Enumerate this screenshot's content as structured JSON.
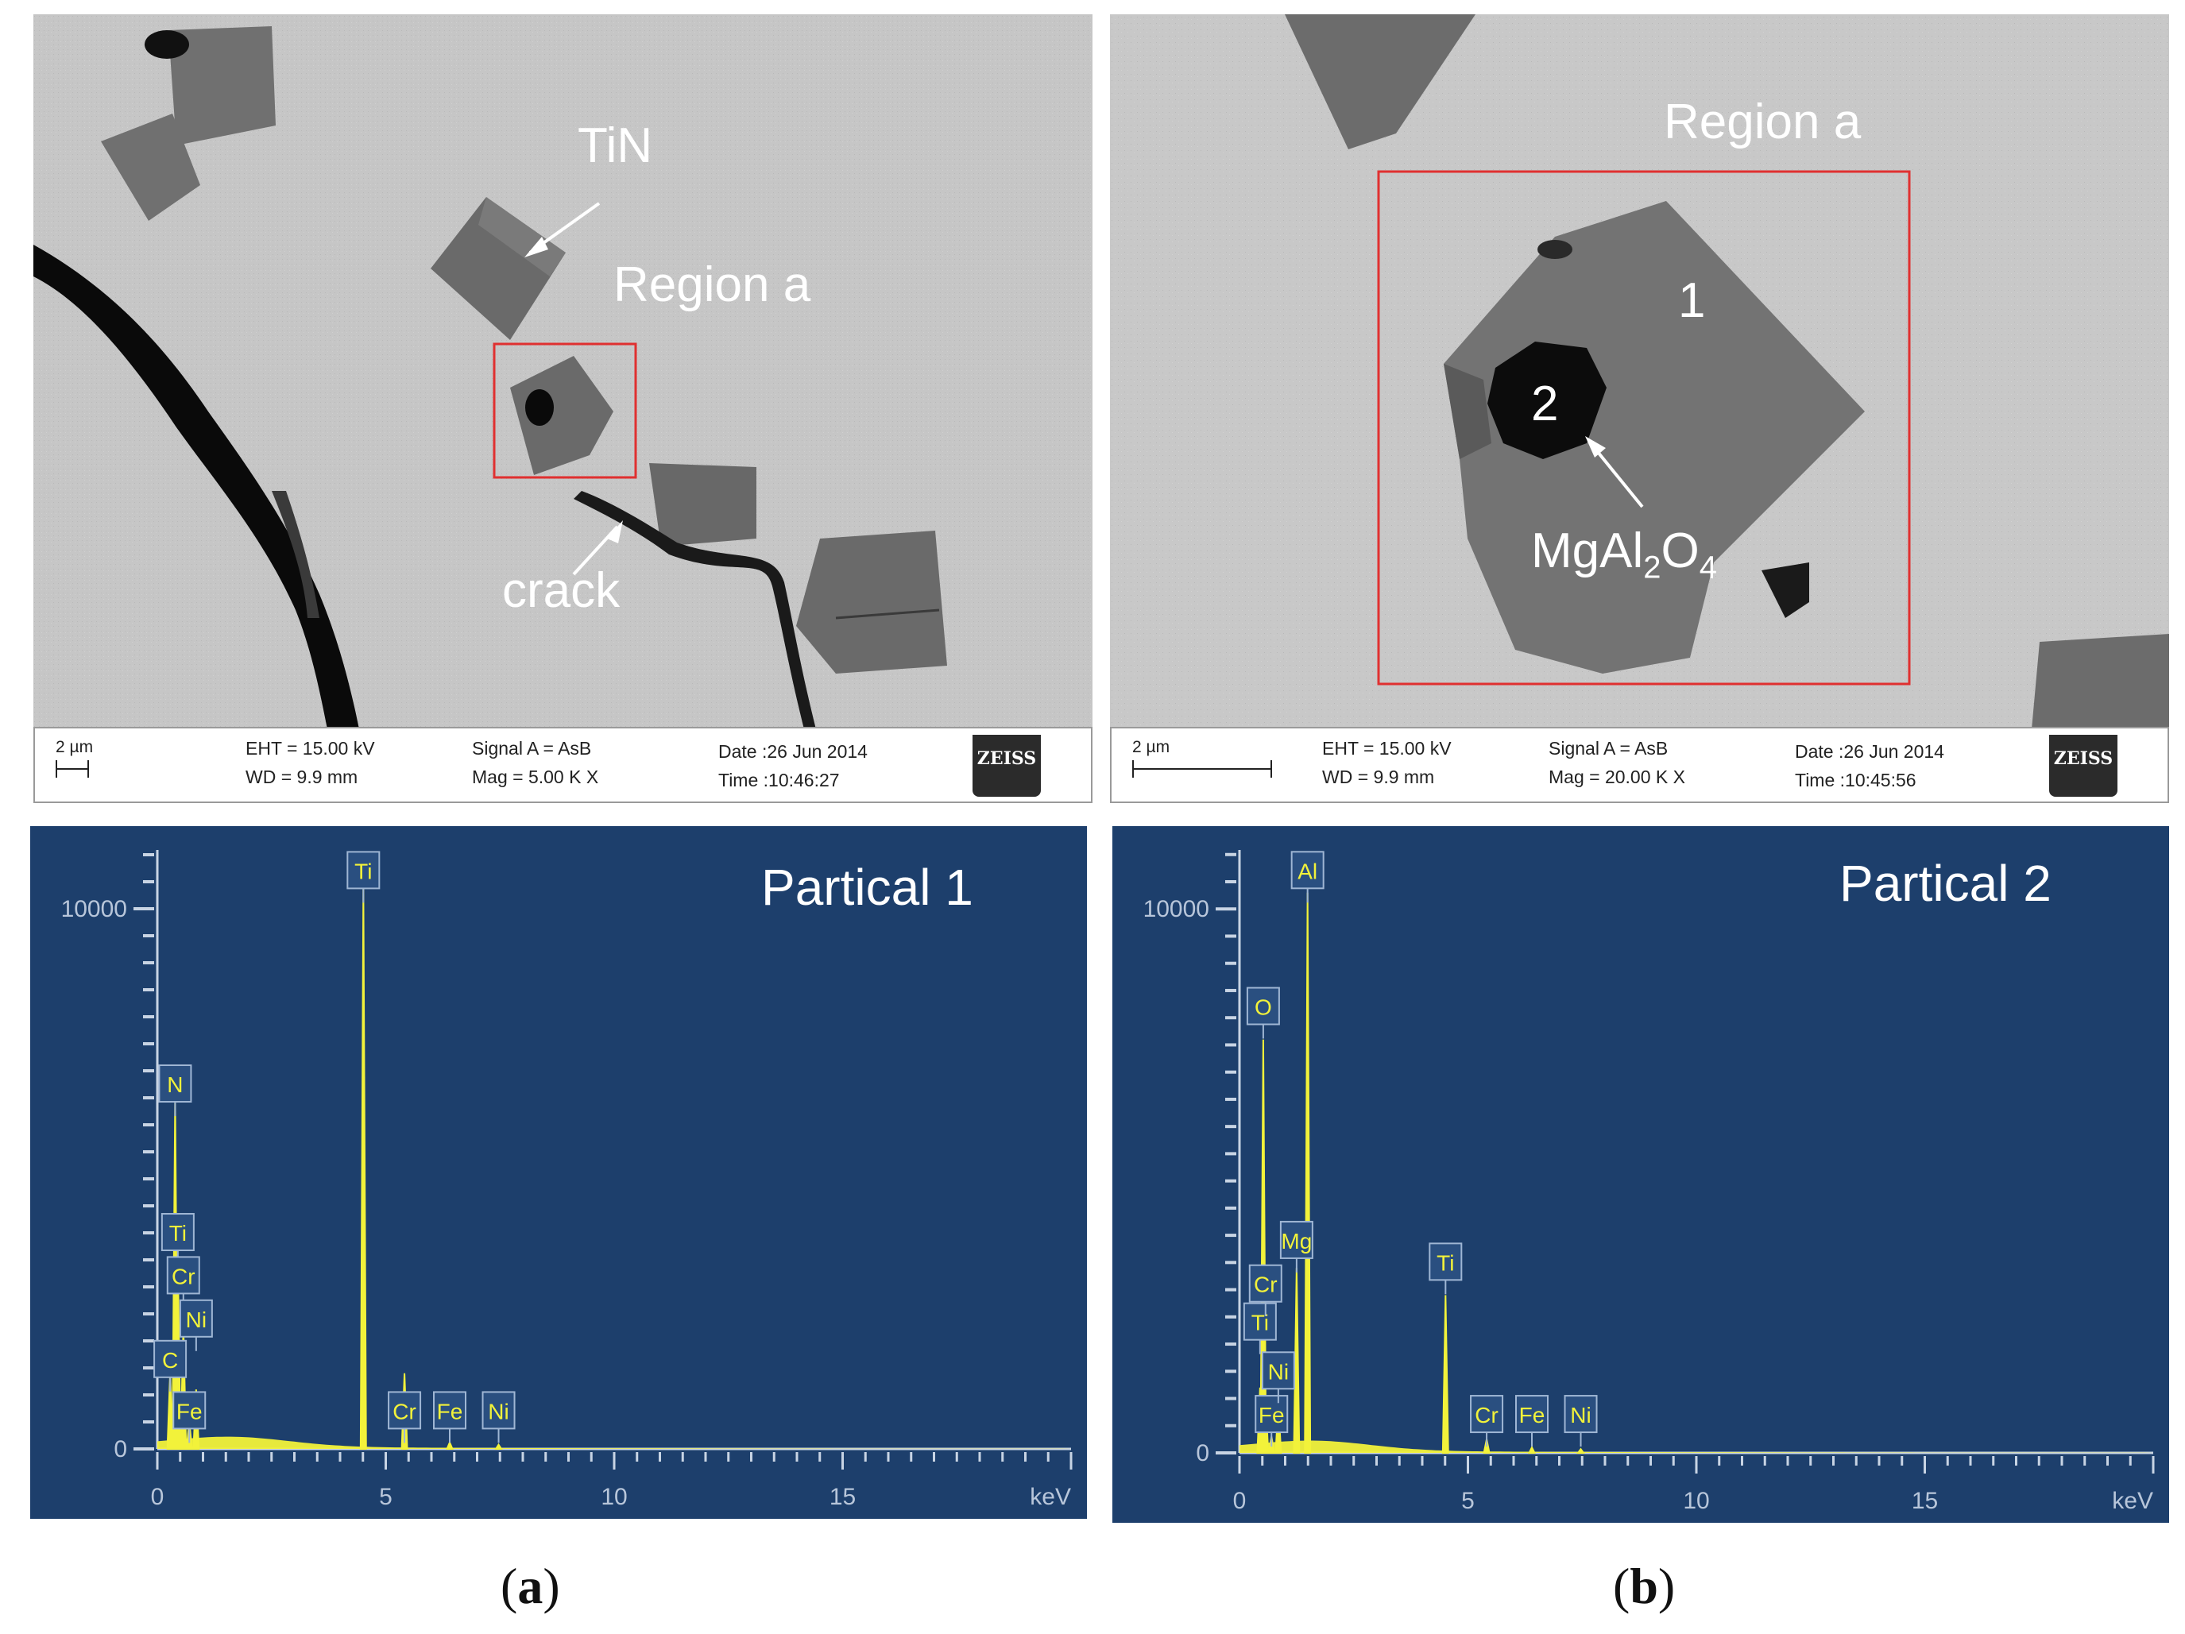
{
  "panel_a": {
    "label_open": "(",
    "label_letter": "a",
    "label_close": ")",
    "sem": {
      "annotations": {
        "tin": "TiN",
        "region": "Region a",
        "crack": "crack"
      },
      "info": {
        "scale": "2 µm",
        "eht": "EHT = 15.00 kV",
        "wd": "WD =  9.9 mm",
        "signal": "Signal A = AsB",
        "mag": "Mag =    5.00 K X",
        "date": "Date :26 Jun 2014",
        "time": "Time :10:46:27",
        "logo": "ZEISS"
      }
    },
    "eds": {
      "title": "Partical 1",
      "chart_data": {
        "type": "line",
        "x_unit": "keV",
        "xlim": [
          0,
          20
        ],
        "x_ticks": [
          0,
          5,
          10,
          15
        ],
        "y_ticks": [
          0,
          10000
        ],
        "ylim": [
          0,
          10500
        ],
        "peaks": [
          {
            "label": "C",
            "energy": 0.28,
            "counts": 1400,
            "label_counts": 1650
          },
          {
            "label": "N",
            "energy": 0.39,
            "counts": 6500,
            "label_counts": 6750
          },
          {
            "label": "Ti",
            "energy": 0.45,
            "counts": 3400,
            "label_counts": 4000
          },
          {
            "label": "Cr",
            "energy": 0.57,
            "counts": 2300,
            "label_counts": 3200
          },
          {
            "label": "Fe",
            "energy": 0.7,
            "counts": 500,
            "label_counts": 700
          },
          {
            "label": "Ni",
            "energy": 0.85,
            "counts": 1100,
            "label_counts": 2400
          },
          {
            "label": "Ti",
            "energy": 4.51,
            "counts": 10400,
            "label_counts": 10700
          },
          {
            "label": "Cr",
            "energy": 5.41,
            "counts": 1400,
            "label_counts": 700
          },
          {
            "label": "Fe",
            "energy": 6.4,
            "counts": 120,
            "label_counts": 700
          },
          {
            "label": "Ni",
            "energy": 7.47,
            "counts": 80,
            "label_counts": 700
          }
        ]
      }
    }
  },
  "panel_b": {
    "label_open": "(",
    "label_letter": "b",
    "label_close": ")",
    "sem": {
      "annotations": {
        "region": "Region a",
        "particle1": "1",
        "particle2": "2",
        "spinel_main": "MgAl",
        "spinel_sub1": "2",
        "spinel_o": "O",
        "spinel_sub2": "4"
      },
      "info": {
        "scale": "2 µm",
        "eht": "EHT = 15.00 kV",
        "wd": "WD =  9.9 mm",
        "signal": "Signal A = AsB",
        "mag": "Mag =   20.00 K X",
        "date": "Date :26 Jun 2014",
        "time": "Time :10:45:56",
        "logo": "ZEISS"
      }
    },
    "eds": {
      "title": "Partical 2",
      "chart_data": {
        "type": "line",
        "x_unit": "keV",
        "xlim": [
          0,
          20
        ],
        "x_ticks": [
          0,
          5,
          10,
          15
        ],
        "y_ticks": [
          0,
          10000
        ],
        "ylim": [
          0,
          10500
        ],
        "peaks": [
          {
            "label": "Ti",
            "energy": 0.45,
            "counts": 1200,
            "label_counts": 2400
          },
          {
            "label": "Cr",
            "energy": 0.57,
            "counts": 1000,
            "label_counts": 3100
          },
          {
            "label": "O",
            "energy": 0.52,
            "counts": 7600,
            "label_counts": 8200
          },
          {
            "label": "Fe",
            "energy": 0.7,
            "counts": 300,
            "label_counts": 700
          },
          {
            "label": "Ni",
            "energy": 0.85,
            "counts": 900,
            "label_counts": 1500
          },
          {
            "label": "Mg",
            "energy": 1.25,
            "counts": 3400,
            "label_counts": 3900
          },
          {
            "label": "Al",
            "energy": 1.49,
            "counts": 10300,
            "label_counts": 10700
          },
          {
            "label": "Ti",
            "energy": 4.51,
            "counts": 2900,
            "label_counts": 3500
          },
          {
            "label": "Cr",
            "energy": 5.41,
            "counts": 250,
            "label_counts": 700
          },
          {
            "label": "Fe",
            "energy": 6.4,
            "counts": 100,
            "label_counts": 700
          },
          {
            "label": "Ni",
            "energy": 7.47,
            "counts": 70,
            "label_counts": 700
          }
        ]
      }
    }
  }
}
